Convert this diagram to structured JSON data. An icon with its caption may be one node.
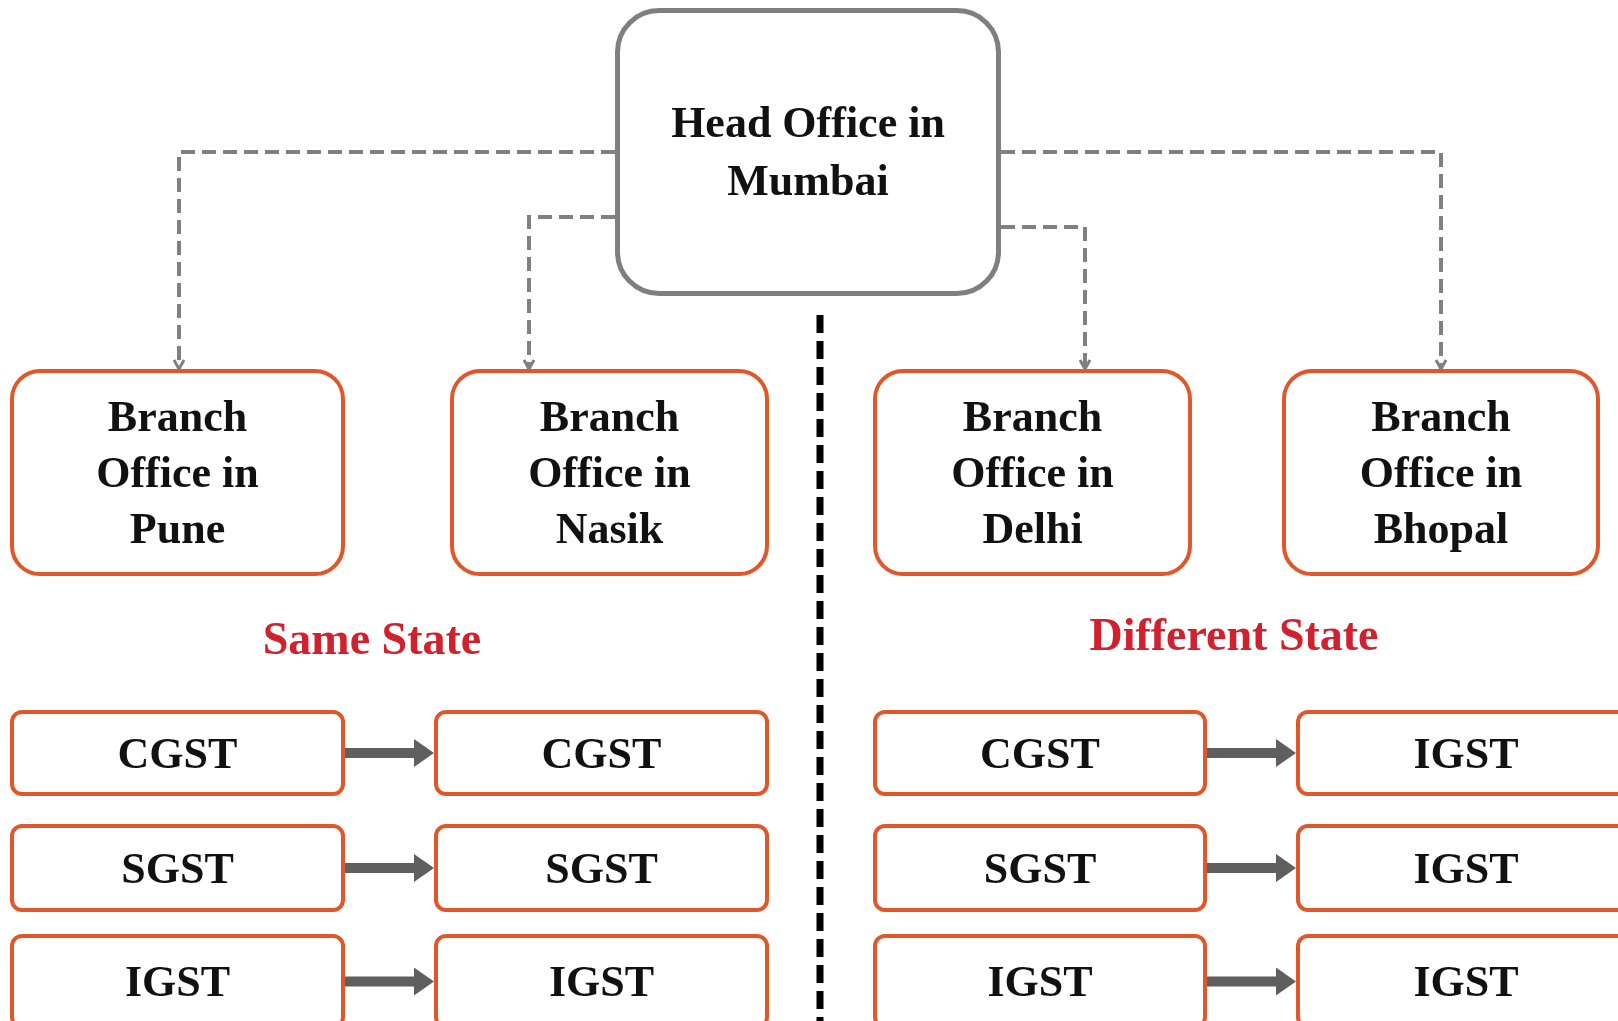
{
  "diagram": {
    "nodes": [
      {
        "text": [
          "Head Office in Mumbai"
        ]
      },
      {
        "text": [
          "Branch Office in Pune"
        ]
      },
      {
        "text": [
          "Branch Office in Nasik"
        ]
      },
      {
        "text": [
          "Branch Office in Delhi"
        ]
      },
      {
        "text": [
          "Branch Office in Bhopal"
        ]
      },
      {
        "text": [
          "CGST"
        ]
      },
      {
        "text": [
          "CGST"
        ]
      },
      {
        "text": [
          "CGST"
        ]
      },
      {
        "text": [
          "IGST"
        ]
      },
      {
        "text": [
          "SGST"
        ]
      },
      {
        "text": [
          "SGST"
        ]
      },
      {
        "text": [
          "SGST"
        ]
      },
      {
        "text": [
          "IGST"
        ]
      },
      {
        "text": [
          "IGST"
        ]
      },
      {
        "text": [
          "IGST"
        ]
      },
      {
        "text": [
          "IGST"
        ]
      },
      {
        "text": [
          "IGST"
        ]
      }
    ],
    "edges": [
      {
        "from": 0,
        "to": 1,
        "arrow": "to",
        "style": "dashed"
      },
      {
        "from": 0,
        "to": 2,
        "arrow": "to",
        "style": "dashed"
      },
      {
        "from": 0,
        "to": 3,
        "arrow": "to",
        "style": "dashed"
      },
      {
        "from": 0,
        "to": 4,
        "arrow": "to",
        "style": "dashed"
      },
      {
        "from": 5,
        "to": 6,
        "arrow": "to"
      },
      {
        "from": 7,
        "to": 8,
        "arrow": "to"
      },
      {
        "from": 9,
        "to": 10,
        "arrow": "to"
      },
      {
        "from": 11,
        "to": 12,
        "arrow": "to"
      },
      {
        "from": 13,
        "to": 14,
        "arrow": "to"
      },
      {
        "from": 15,
        "to": 16,
        "arrow": "to"
      }
    ],
    "labels": [
      "Same State",
      "Different State"
    ]
  }
}
